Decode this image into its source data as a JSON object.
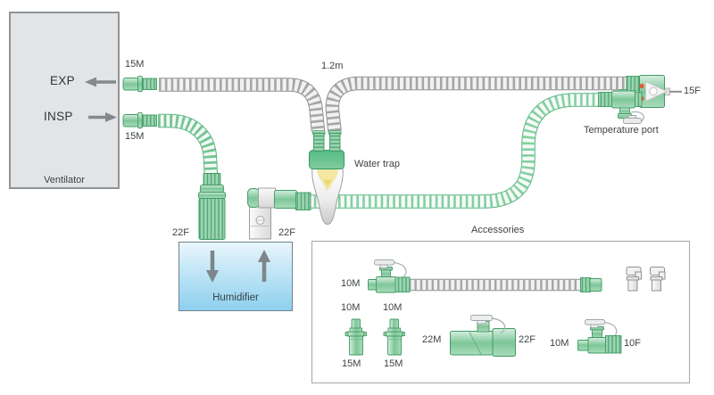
{
  "ventilator": {
    "name": "Ventilator",
    "exp": "EXP",
    "insp": "INSP",
    "exp_connector": "15M",
    "insp_connector": "15M"
  },
  "circuit": {
    "tube_length": "1.2m",
    "water_trap": "Water trap",
    "patient_connector": "15F",
    "temperature_port": "Temperature port"
  },
  "humidifier": {
    "name": "Humidifier",
    "inlet": "22F",
    "outlet": "22F"
  },
  "accessories": {
    "title": "Accessories",
    "gas_sampling_line": "10M",
    "adapter1": {
      "top": "10M",
      "bottom": "15M"
    },
    "adapter2": {
      "top": "10M",
      "bottom": "15M"
    },
    "t22": {
      "left": "22M",
      "right": "22F"
    },
    "t10": {
      "left": "10M",
      "right": "10F"
    }
  },
  "colors": {
    "connector_green": "#57b47c",
    "gray_tube": "#a6a6a6",
    "humidifier_blue": "#8ed0ee",
    "accent_red": "#dd5a31",
    "water_yellow": "#f5e8a2"
  }
}
